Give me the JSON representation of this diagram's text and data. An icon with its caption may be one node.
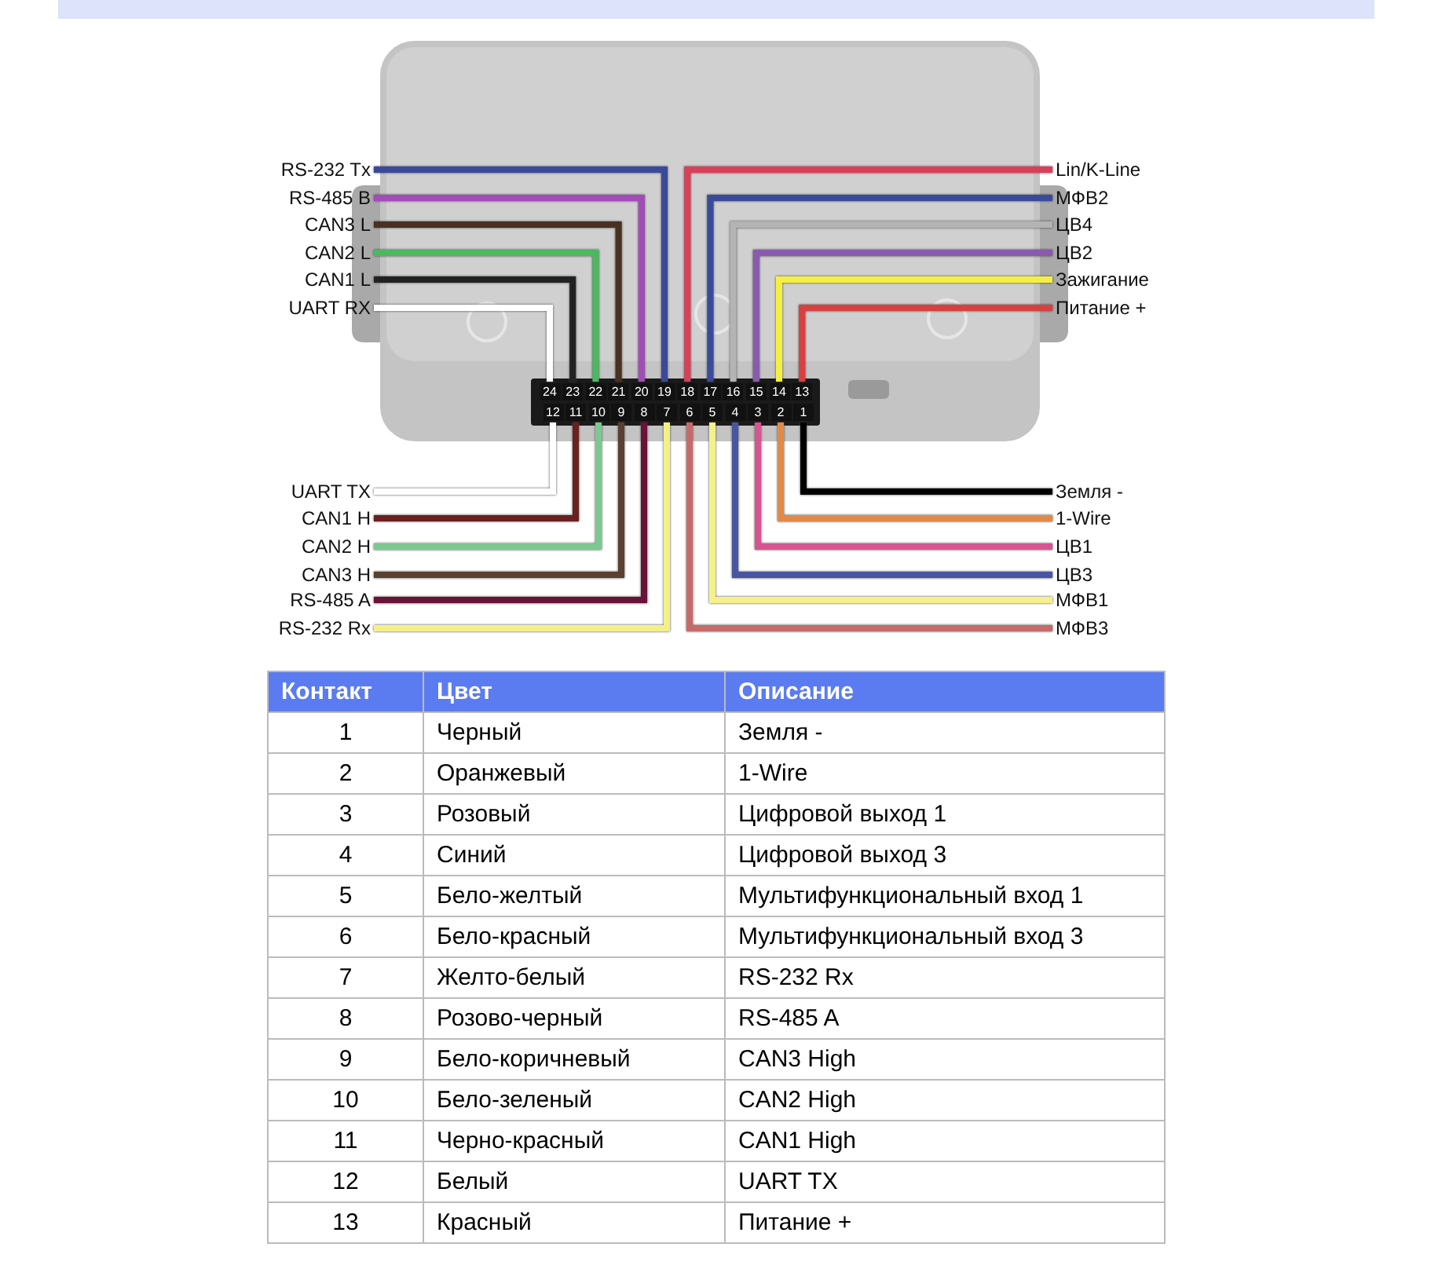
{
  "diagram": {
    "nodes": [
      {
        "text": [
          "RS-232 Tx"
        ]
      },
      {
        "text": [
          "RS-485 B"
        ]
      },
      {
        "text": [
          "CAN3 L"
        ]
      },
      {
        "text": [
          "CAN2 L"
        ]
      },
      {
        "text": [
          "CAN1 L"
        ]
      },
      {
        "text": [
          "UART RX"
        ]
      },
      {
        "text": [
          "Lin/K-Line"
        ]
      },
      {
        "text": [
          "МФВ2"
        ]
      },
      {
        "text": [
          "ЦВ4"
        ]
      },
      {
        "text": [
          "ЦВ2"
        ]
      },
      {
        "text": [
          "Зажигание"
        ]
      },
      {
        "text": [
          "Питание +"
        ]
      },
      {
        "text": [
          "24"
        ]
      },
      {
        "text": [
          "23"
        ]
      },
      {
        "text": [
          "22"
        ]
      },
      {
        "text": [
          "21"
        ]
      },
      {
        "text": [
          "20"
        ]
      },
      {
        "text": [
          "19"
        ]
      },
      {
        "text": [
          "18"
        ]
      },
      {
        "text": [
          "17"
        ]
      },
      {
        "text": [
          "16"
        ]
      },
      {
        "text": [
          "15"
        ]
      },
      {
        "text": [
          "14"
        ]
      },
      {
        "text": [
          "13"
        ]
      },
      {
        "text": [
          "12"
        ]
      },
      {
        "text": [
          "11"
        ]
      },
      {
        "text": [
          "10"
        ]
      },
      {
        "text": [
          "9"
        ]
      },
      {
        "text": [
          "8"
        ]
      },
      {
        "text": [
          "7"
        ]
      },
      {
        "text": [
          "6"
        ]
      },
      {
        "text": [
          "5"
        ]
      },
      {
        "text": [
          "4"
        ]
      },
      {
        "text": [
          "3"
        ]
      },
      {
        "text": [
          "2"
        ]
      },
      {
        "text": [
          "1"
        ]
      },
      {
        "text": [
          "UART TX"
        ]
      },
      {
        "text": [
          "CAN1 H"
        ]
      },
      {
        "text": [
          "CAN2 H"
        ]
      },
      {
        "text": [
          "CAN3 H"
        ]
      },
      {
        "text": [
          "RS-485 A"
        ]
      },
      {
        "text": [
          "RS-232 Rx"
        ]
      },
      {
        "text": [
          "Земля -"
        ]
      },
      {
        "text": [
          "1-Wire"
        ]
      },
      {
        "text": [
          "ЦВ1"
        ]
      },
      {
        "text": [
          "ЦВ3"
        ]
      },
      {
        "text": [
          "МФВ1"
        ]
      },
      {
        "text": [
          "МФВ3"
        ]
      }
    ],
    "edges": [
      {
        "from": 0,
        "to": 17,
        "arrow": "none",
        "color": "#3a4a9a"
      },
      {
        "from": 1,
        "to": 16,
        "arrow": "none",
        "color": "#a24cb8"
      },
      {
        "from": 2,
        "to": 15,
        "arrow": "none",
        "color": "#4a3020"
      },
      {
        "from": 3,
        "to": 14,
        "arrow": "none",
        "color": "#4cb860"
      },
      {
        "from": 4,
        "to": 13,
        "arrow": "none",
        "color": "#222222"
      },
      {
        "from": 5,
        "to": 12,
        "arrow": "none",
        "color": "#ffffff"
      },
      {
        "from": 6,
        "to": 18,
        "arrow": "none",
        "color": "#d8405a"
      },
      {
        "from": 7,
        "to": 19,
        "arrow": "none",
        "color": "#3a4a9a"
      },
      {
        "from": 8,
        "to": 20,
        "arrow": "none",
        "color": "#b4b4b4"
      },
      {
        "from": 9,
        "to": 21,
        "arrow": "none",
        "color": "#8a5ab0"
      },
      {
        "from": 10,
        "to": 22,
        "arrow": "none",
        "color": "#f5f040"
      },
      {
        "from": 11,
        "to": 23,
        "arrow": "none",
        "color": "#d84040"
      },
      {
        "from": 36,
        "to": 24,
        "arrow": "none",
        "color": "#ffffff"
      },
      {
        "from": 37,
        "to": 25,
        "arrow": "none",
        "color": "#6b2020"
      },
      {
        "from": 38,
        "to": 26,
        "arrow": "none",
        "color": "#7cc890"
      },
      {
        "from": 39,
        "to": 27,
        "arrow": "none",
        "color": "#5a4030"
      },
      {
        "from": 40,
        "to": 28,
        "arrow": "none",
        "color": "#6b1238"
      },
      {
        "from": 41,
        "to": 29,
        "arrow": "none",
        "color": "#f4f088"
      },
      {
        "from": 42,
        "to": 35,
        "arrow": "none",
        "color": "#000000"
      },
      {
        "from": 43,
        "to": 34,
        "arrow": "none",
        "color": "#e08a4a"
      },
      {
        "from": 44,
        "to": 33,
        "arrow": "none",
        "color": "#d6558f"
      },
      {
        "from": 45,
        "to": 32,
        "arrow": "none",
        "color": "#4a55a0"
      },
      {
        "from": 46,
        "to": 31,
        "arrow": "none",
        "color": "#f5f08a"
      },
      {
        "from": 47,
        "to": 30,
        "arrow": "none",
        "color": "#c86a6a"
      }
    ],
    "labels": [
      "Контакт",
      "Цвет",
      "Описание",
      "1",
      "Черный",
      "Земля -",
      "2",
      "Оранжевый",
      "1-Wire",
      "3",
      "Розовый",
      "Цифровой выход 1",
      "4",
      "Синий",
      "Цифровой выход 3",
      "5",
      "Бело-желтый",
      "Мультифункциональный вход 1",
      "6",
      "Бело-красный",
      "Мультифункциональный вход 3",
      "7",
      "Желто-белый",
      "RS-232 Rx",
      "8",
      "Розово-черный",
      "RS-485 A",
      "9",
      "Бело-коричневый",
      "CAN3 High",
      "10",
      "Бело-зеленый",
      "CAN2 High",
      "11",
      "Черно-красный",
      "CAN1 High",
      "12",
      "Белый",
      "UART TX",
      "13",
      "Красный",
      "Питание +"
    ]
  }
}
